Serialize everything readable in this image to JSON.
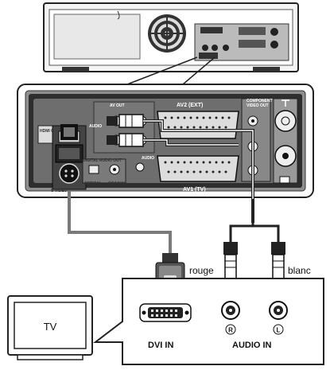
{
  "recorder_panel": {
    "hdmi_out": "HDMI OUT",
    "s_video": "S-VIDEO",
    "av_out": "AV OUT",
    "audio": "AUDIO",
    "audio_b": "AUDIO",
    "av2_ext": "AV2 (EXT)",
    "av1_tv": "AV1 (TV)",
    "digital_audio_out": "DIGITAL AUDIO OUT",
    "optical": "OPTICAL",
    "coaxial": "COAXIAL",
    "component_line1": "COMPONENT",
    "component_line2": "VIDEO OUT"
  },
  "cable_labels": {
    "left": "rouge",
    "right": "blanc"
  },
  "tv": {
    "label": "TV",
    "dvi_in": "DVI IN",
    "audio_in": "AUDIO IN",
    "jack_r": "R",
    "jack_l": "L"
  },
  "colors": {
    "cable_gray": "#7a7a7a",
    "panel_dark": "#2b2b2b",
    "panel_mid": "#8a8a8a",
    "outline": "#222222"
  }
}
